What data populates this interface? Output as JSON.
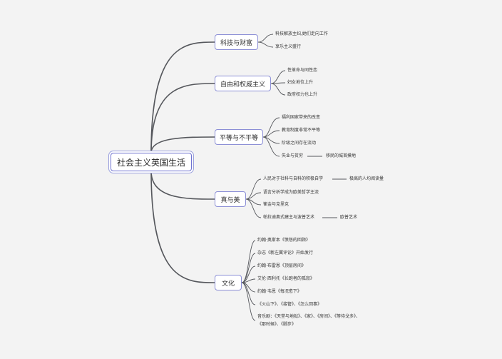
{
  "root": {
    "label": "社会主义英国生活"
  },
  "branches": [
    {
      "label": "科技与财富",
      "items": [
        {
          "text": "科技解放主妇,她们走向工作"
        },
        {
          "text": "享乐主义盛行"
        }
      ]
    },
    {
      "label": "自由和权威主义",
      "items": [
        {
          "text": "性革命与同性恋"
        },
        {
          "text": "妇女地位上升"
        },
        {
          "text": "政府权力也上升"
        }
      ]
    },
    {
      "label": "平等与不平等",
      "items": [
        {
          "text": "福利国家带来的改变"
        },
        {
          "text": "教育制度非常不平等"
        },
        {
          "text": "阶级之间存在流动"
        },
        {
          "text": "失业与贫穷",
          "sub": "移民的城首摸地"
        }
      ]
    },
    {
      "label": "真与美",
      "items": [
        {
          "text": "人民对于社科与自科的积极自学",
          "sub": "极高的人均阅读量"
        },
        {
          "text": "语言分析学成为欧美哲学主流"
        },
        {
          "text": "崔金与克里克"
        },
        {
          "text": "帕拉迪奥式建主与波普艺术",
          "sub": "欧普艺术"
        }
      ]
    },
    {
      "label": "文化",
      "items": [
        {
          "text": "约翰·奥斯本《愤怒的回顾》"
        },
        {
          "text": "杂志《新左翼评论》开始发行"
        },
        {
          "text": "约翰·布雷恩《顶层房间》"
        },
        {
          "text": "艾伦·西利托《长跑者的孤寂》"
        },
        {
          "text": "约翰·韦恩《每况愈下》"
        },
        {
          "text": "《火山下》、《接管》、《怎么回事》"
        },
        {
          "text": "音乐剧：《天堂与地狱》、《家》、《房间》、《等待戈多》、",
          "text2": "《那时候》、《脚步》"
        }
      ]
    }
  ]
}
